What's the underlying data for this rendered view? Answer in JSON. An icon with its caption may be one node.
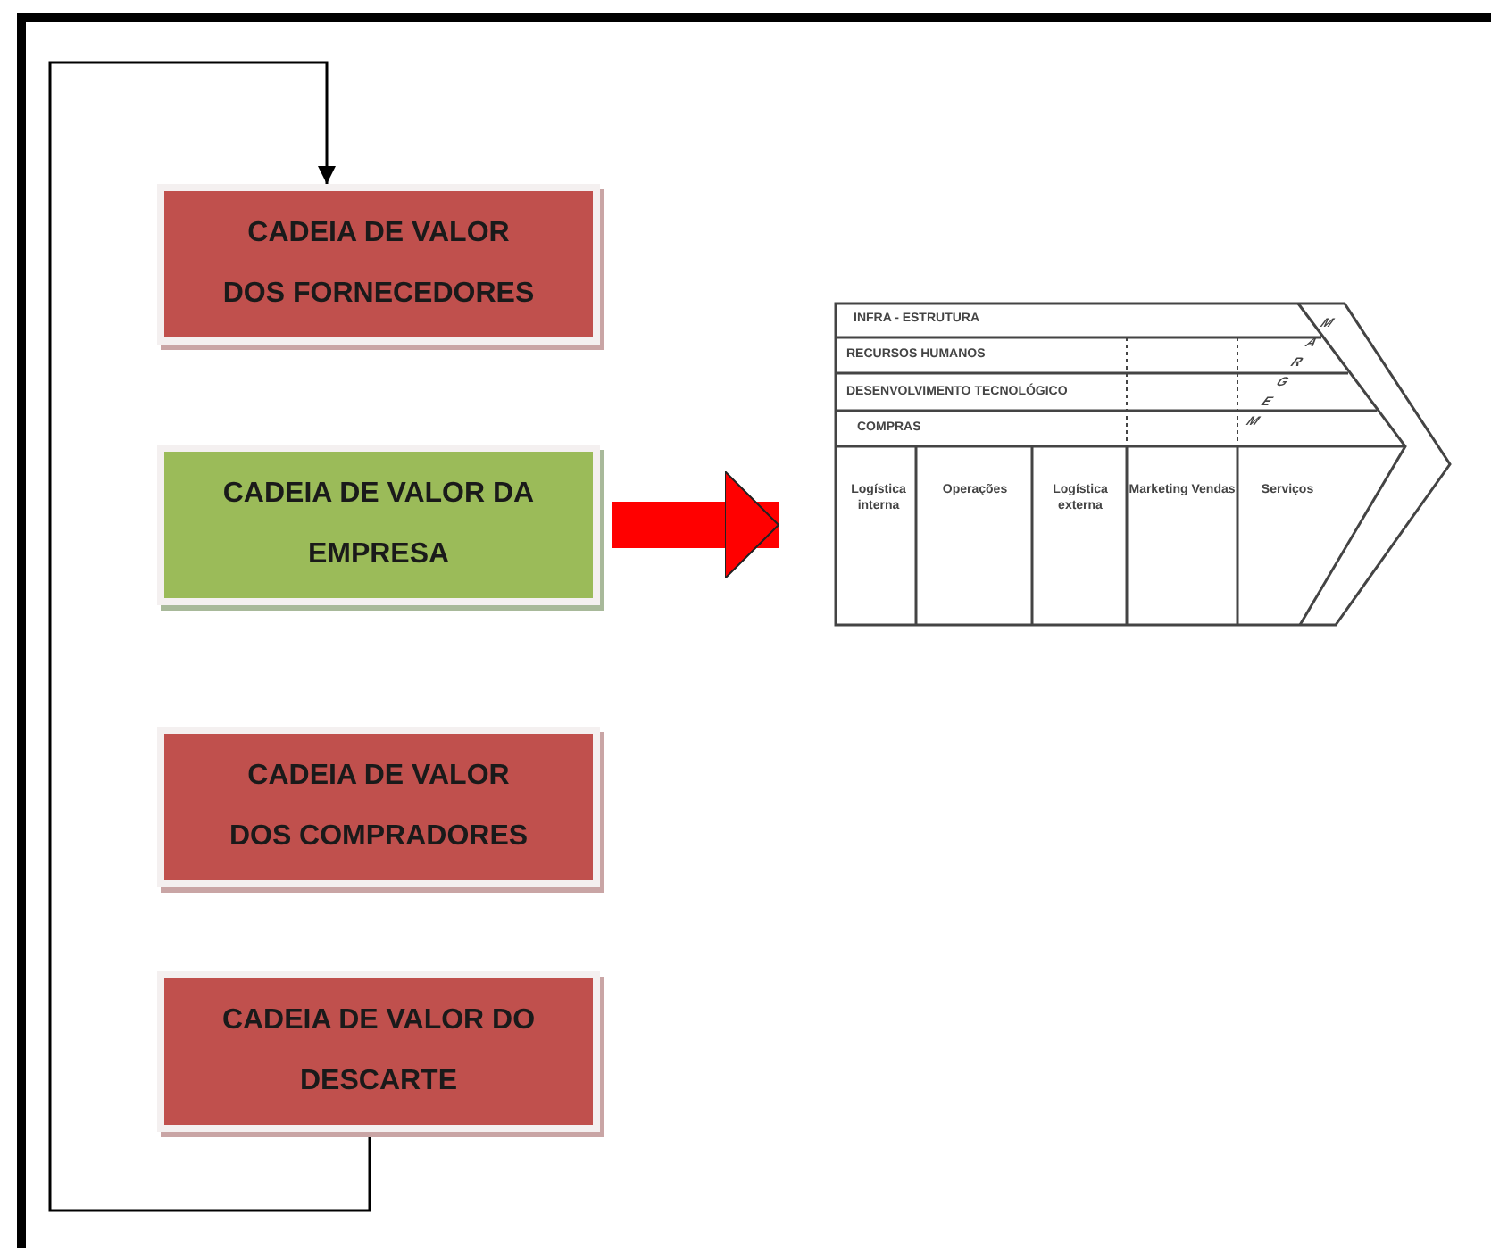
{
  "diagram": {
    "nodes": [
      {
        "text": [
          "CADEIA DE VALOR DOS FORNECEDORES"
        ]
      },
      {
        "text": [
          "CADEIA DE VALOR DA EMPRESA"
        ]
      },
      {
        "text": [
          "CADEIA DE VALOR DOS COMPRADORES"
        ]
      },
      {
        "text": [
          "CADEIA DE VALOR DO DESCARTE"
        ]
      },
      {
        "text": [
          "INFRA - ESTRUTURA",
          "RECURSOS HUMANOS",
          "DESENVOLVIMENTO TECNOLÓGICO",
          "COMPRAS",
          "Logística interna",
          "Operações",
          "Logística externa",
          "Marketing Vendas",
          "Serviços",
          "MARGEM"
        ]
      }
    ],
    "edges": [
      {
        "from": 3,
        "to": 0,
        "arrow": "to"
      },
      {
        "from": 1,
        "to": 4,
        "arrow": "to",
        "style": "thick",
        "color": "#ff0000"
      }
    ]
  }
}
